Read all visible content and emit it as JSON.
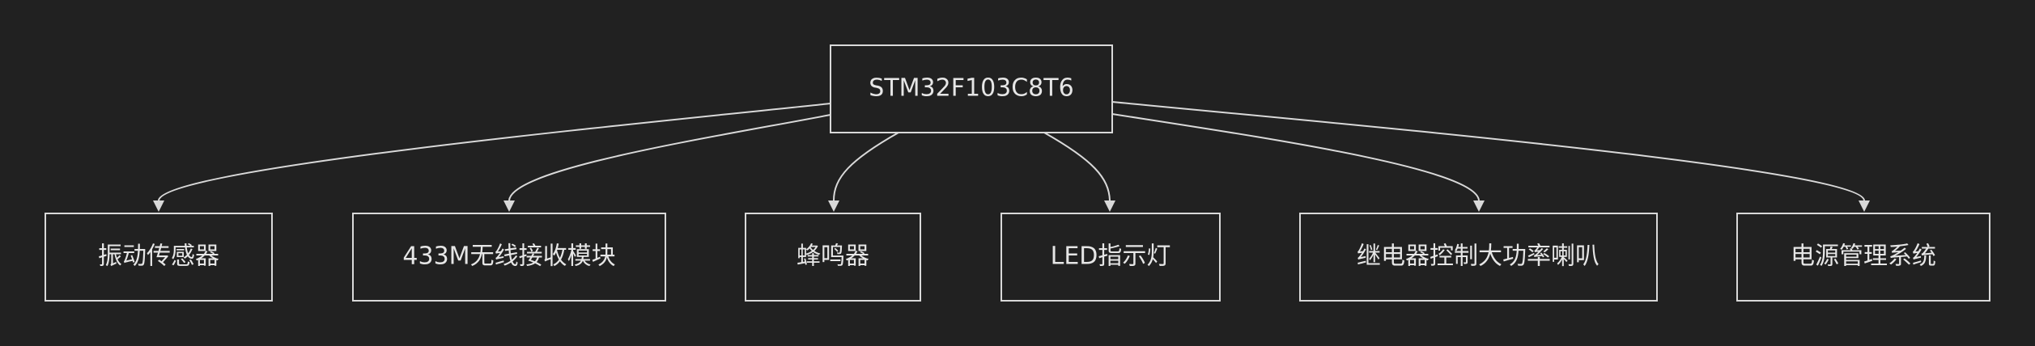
{
  "diagram": {
    "root": {
      "label": "STM32F103C8T6"
    },
    "children": [
      {
        "label": "振动传感器"
      },
      {
        "label": "433M无线接收模块"
      },
      {
        "label": "蜂鸣器"
      },
      {
        "label": "LED指示灯"
      },
      {
        "label": "继电器控制大功率喇叭"
      },
      {
        "label": "电源管理系统"
      }
    ],
    "colors": {
      "background": "#212121",
      "stroke": "#d9d9d9",
      "text": "#e6e6e6"
    }
  }
}
